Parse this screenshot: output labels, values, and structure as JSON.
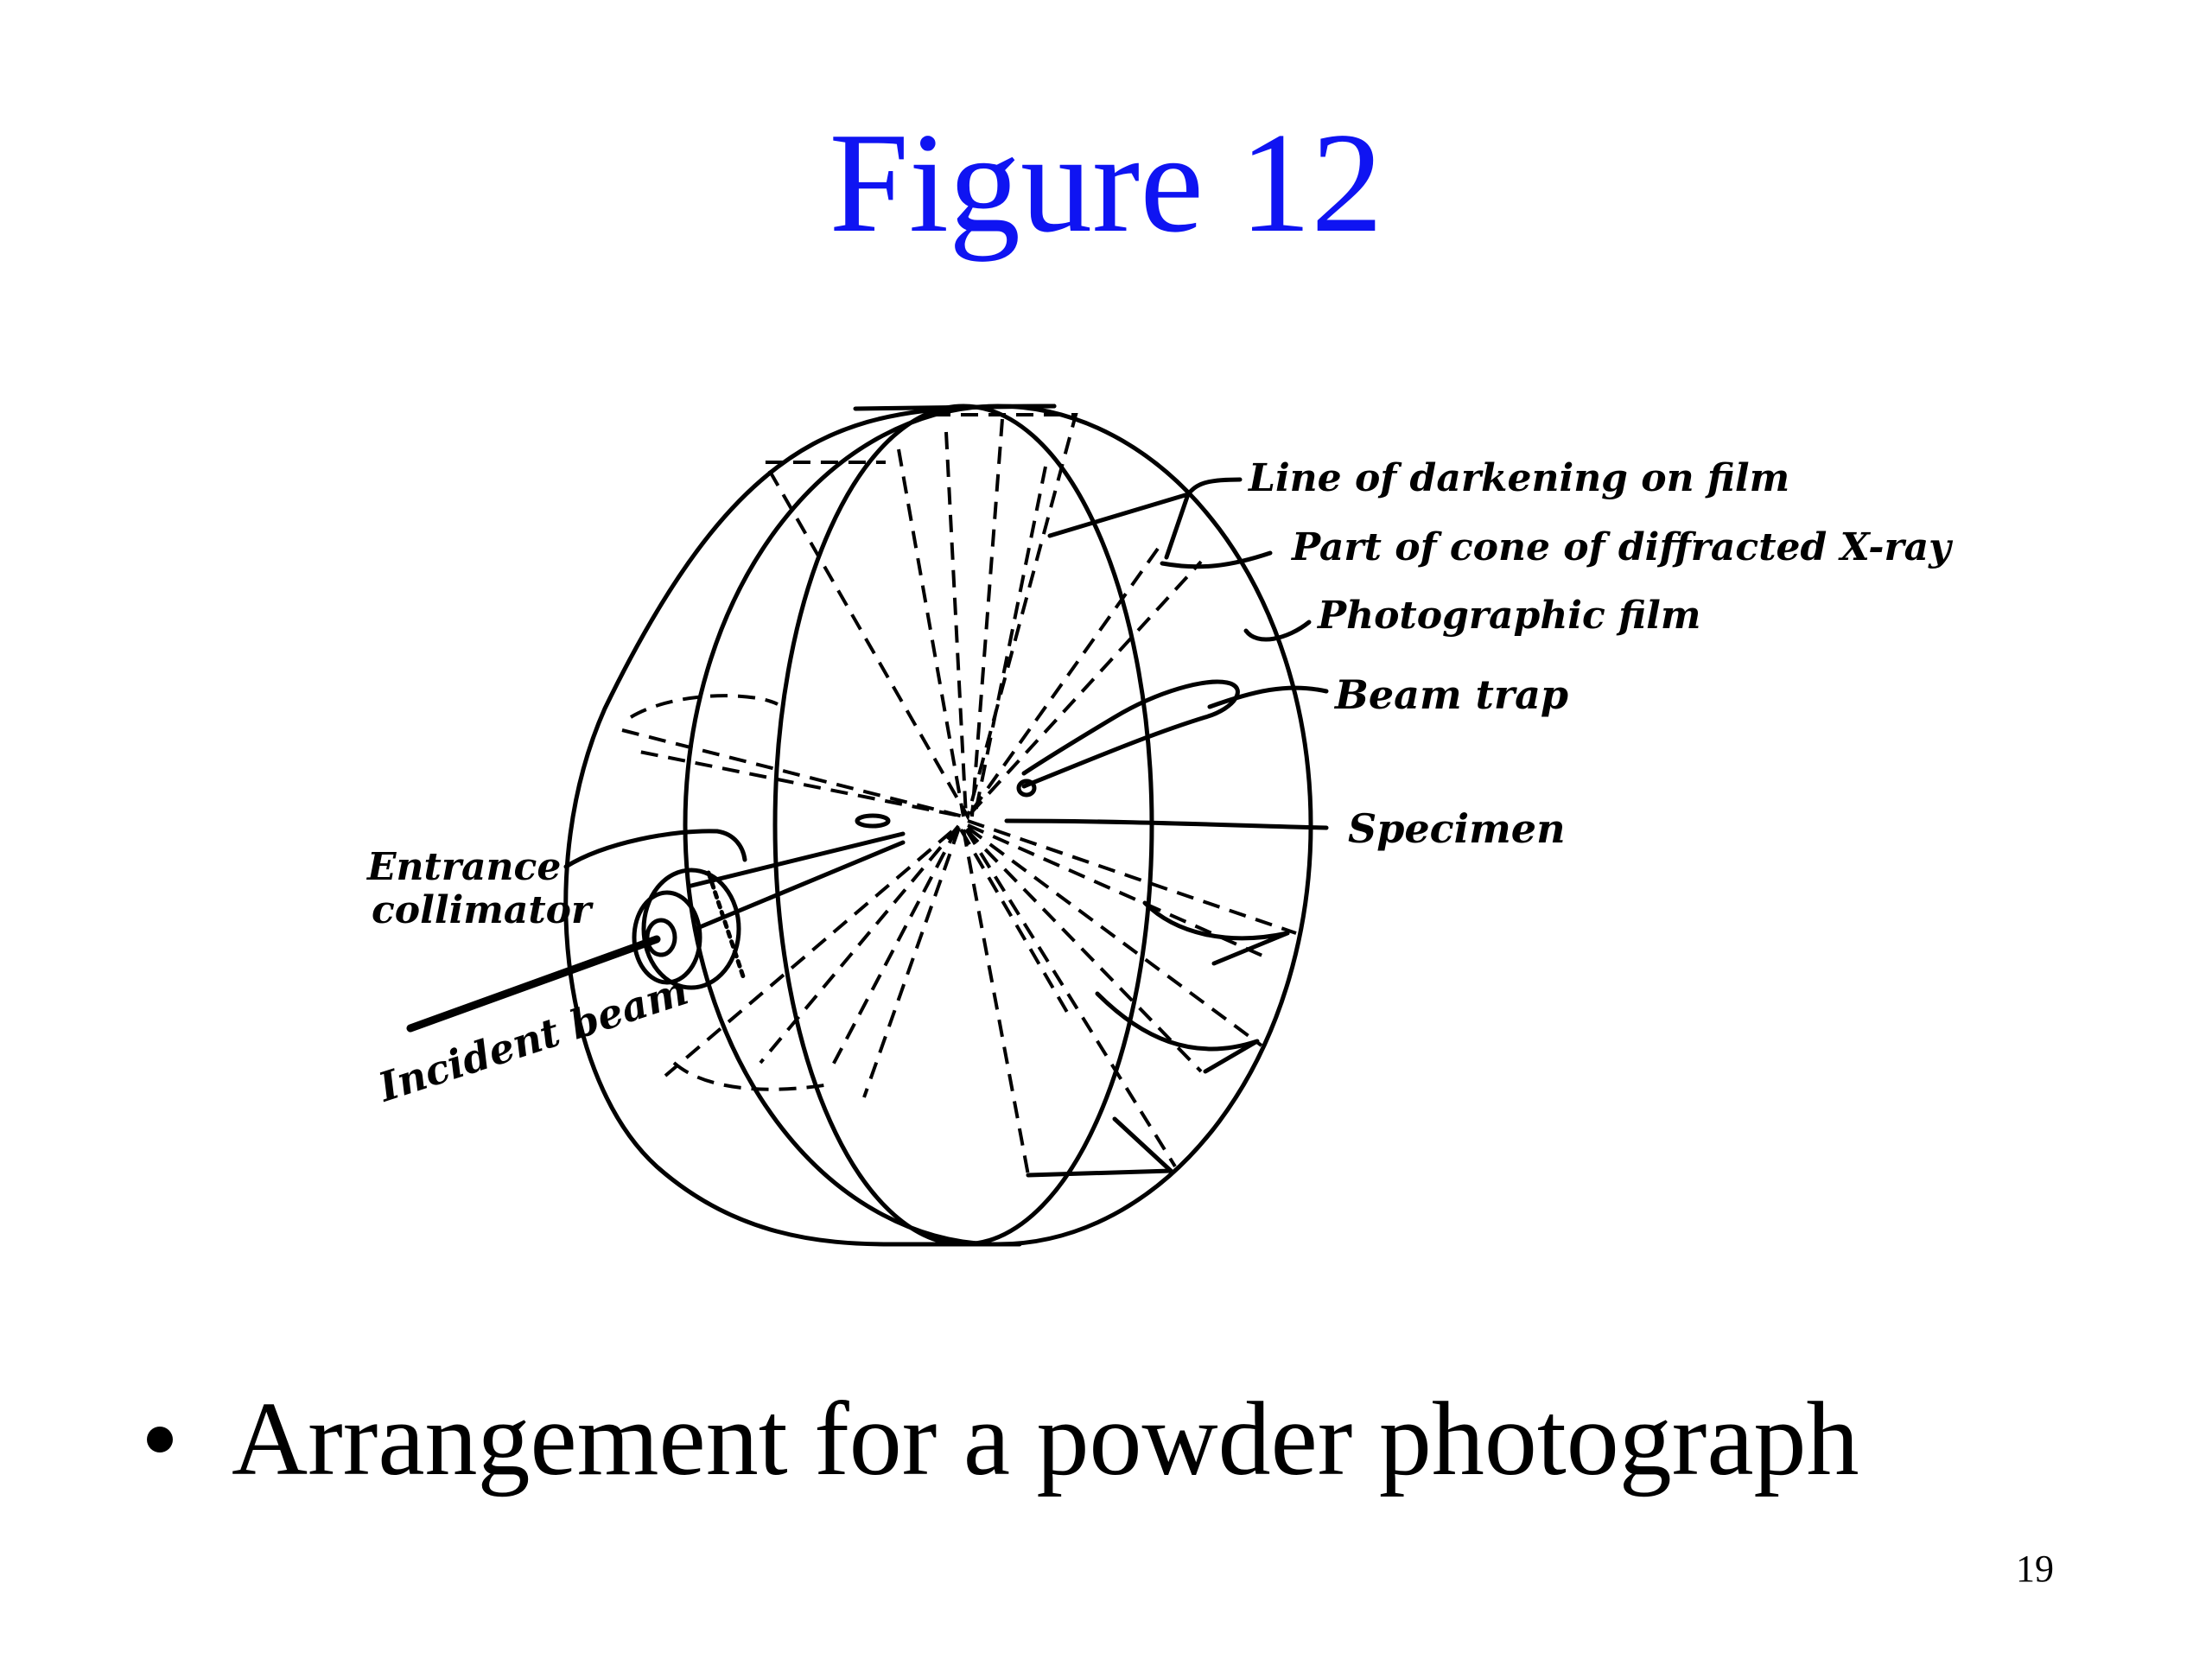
{
  "slide": {
    "title": "Figure 12",
    "bullet": "Arrangement for a powder photograph",
    "page_number": "19"
  },
  "diagram": {
    "labels": {
      "line_of_darkening": "Line of darkening on film",
      "part_of_cone": "Part of cone of diffracted X-ray",
      "photographic_film": "Photographic film",
      "beam_trap": "Beam trap",
      "specimen": "Specimen",
      "entrance": "Entrance",
      "collimator": "collimator",
      "incident_beam": "Incident beam"
    }
  },
  "colors": {
    "title": "#0f14f2",
    "text": "#000000",
    "background": "#ffffff"
  }
}
